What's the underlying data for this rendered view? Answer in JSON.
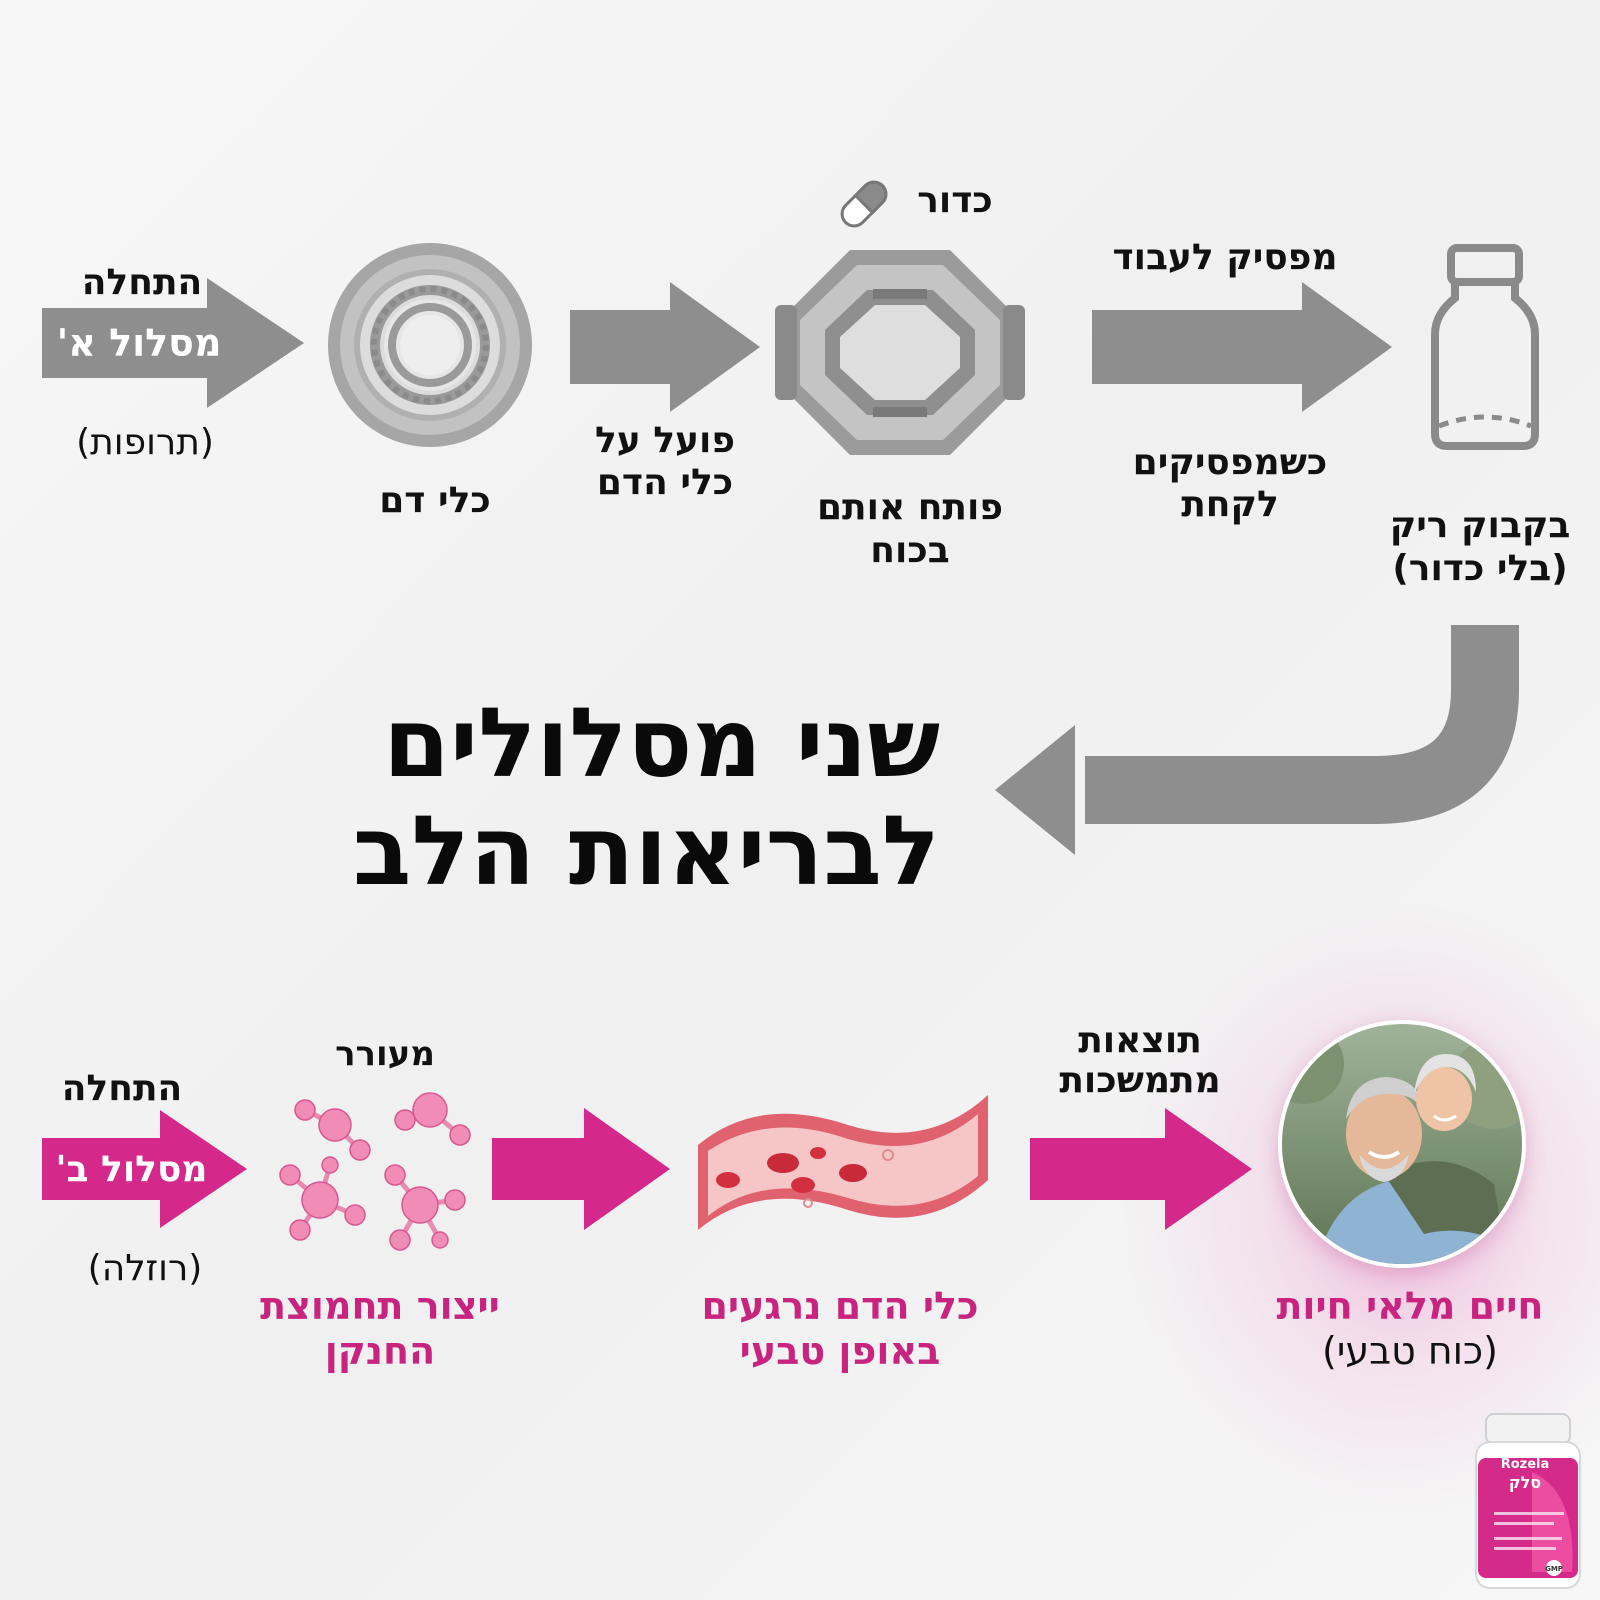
{
  "title": {
    "line1": "שני מסלולים",
    "line2": "לבריאות הלב"
  },
  "route_a": {
    "start_label": "התחלה",
    "banner": "מסלול א'",
    "sub_label": "(תרופות)",
    "vessel_label": "כלי דם",
    "arrow1_label_line1": "פועל על",
    "arrow1_label_line2": "כלי הדם",
    "pill_label": "כדור",
    "forced_label_line1": "פותח אותם",
    "forced_label_line2": "בכוח",
    "arrow2_top_label": "מפסיק לעבוד",
    "arrow2_bottom_line1": "כשמפסיקים",
    "arrow2_bottom_line2": "לקחת",
    "bottle_label_line1": "בקבוק ריק",
    "bottle_label_line2": "(בלי כדור)"
  },
  "route_b": {
    "start_label": "התחלה",
    "banner": "מסלול ב'",
    "sub_label": "(רוזלה)",
    "molecule_top_label": "מעורר",
    "molecule_label_line1": "ייצור תחמוצת",
    "molecule_label_line2": "החנקן",
    "vessel_label_line1": "כלי הדם נרגעים",
    "vessel_label_line2": "באופן טבעי",
    "arrow_top_line1": "תוצאות",
    "arrow_top_line2": "מתמשכות",
    "result_line1": "חיים מלאי חיות",
    "result_line2": "(כוח טבעי)"
  },
  "product": {
    "brand": "Rozela",
    "name": "סלק",
    "badge": "GMP"
  },
  "colors": {
    "gray_arrow": "#8e8e8e",
    "pink_arrow": "#d4288a",
    "pink_text": "#c8237f",
    "vessel_pink": "#e87a85"
  }
}
